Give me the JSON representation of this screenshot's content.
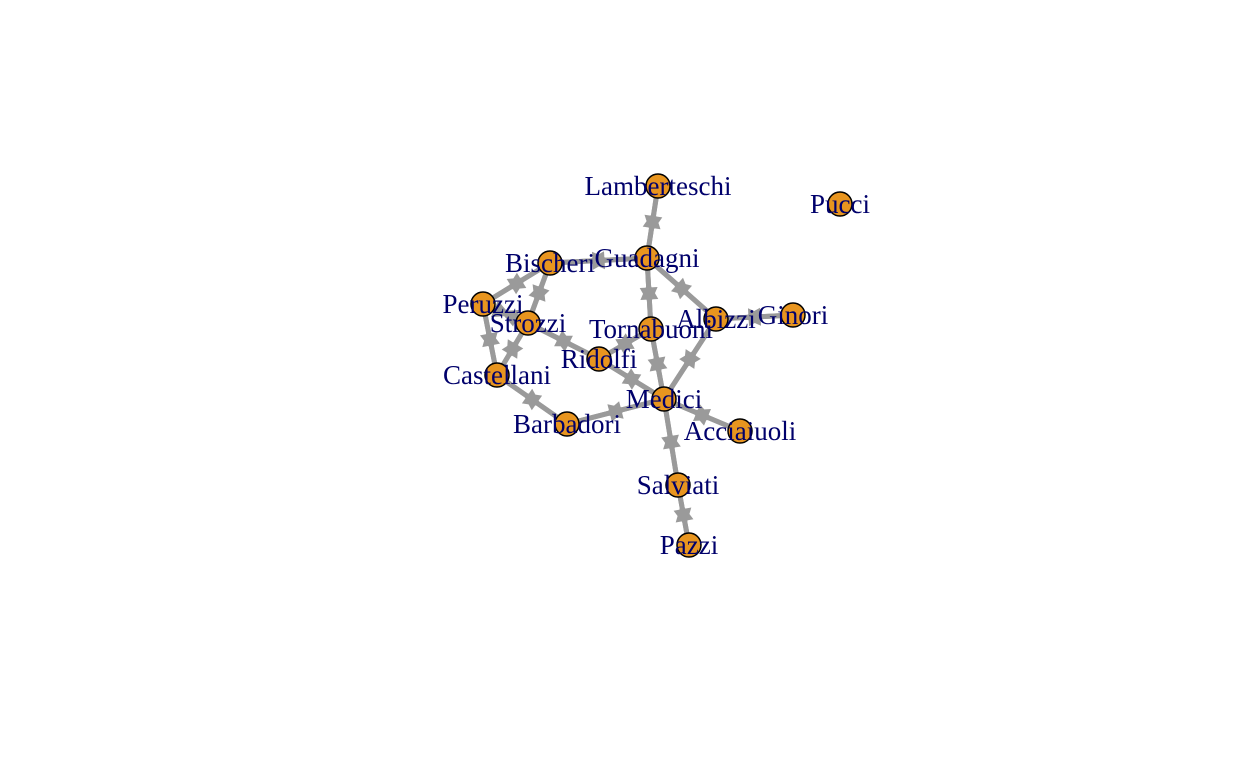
{
  "graph": {
    "node_fill": "#e8951f",
    "label_color": "#00006b",
    "edge_color": "#9a9a9a",
    "nodes": [
      {
        "id": "Lamberteschi",
        "label": "Lamberteschi"
      },
      {
        "id": "Pucci",
        "label": "Pucci"
      },
      {
        "id": "Guadagni",
        "label": "Guadagni"
      },
      {
        "id": "Bischeri",
        "label": "Bischeri"
      },
      {
        "id": "Peruzzi",
        "label": "Peruzzi"
      },
      {
        "id": "Strozzi",
        "label": "Strozzi"
      },
      {
        "id": "Tornabuoni",
        "label": "Tornabuoni"
      },
      {
        "id": "Albizzi",
        "label": "Albizzi"
      },
      {
        "id": "Ginori",
        "label": "Ginori"
      },
      {
        "id": "Ridolfi",
        "label": "Ridolfi"
      },
      {
        "id": "Castellani",
        "label": "Castellani"
      },
      {
        "id": "Medici",
        "label": "Medici"
      },
      {
        "id": "Barbadori",
        "label": "Barbadori"
      },
      {
        "id": "Acciaiuoli",
        "label": "Acciaiuoli"
      },
      {
        "id": "Salviati",
        "label": "Salviati"
      },
      {
        "id": "Pazzi",
        "label": "Pazzi"
      }
    ],
    "edges": [
      {
        "from": "Guadagni",
        "to": "Lamberteschi"
      },
      {
        "from": "Lamberteschi",
        "to": "Guadagni"
      },
      {
        "from": "Bischeri",
        "to": "Guadagni"
      },
      {
        "from": "Guadagni",
        "to": "Bischeri"
      },
      {
        "from": "Guadagni",
        "to": "Tornabuoni"
      },
      {
        "from": "Tornabuoni",
        "to": "Guadagni"
      },
      {
        "from": "Guadagni",
        "to": "Albizzi"
      },
      {
        "from": "Albizzi",
        "to": "Guadagni"
      },
      {
        "from": "Albizzi",
        "to": "Ginori"
      },
      {
        "from": "Ginori",
        "to": "Albizzi"
      },
      {
        "from": "Albizzi",
        "to": "Medici"
      },
      {
        "from": "Medici",
        "to": "Albizzi"
      },
      {
        "from": "Bischeri",
        "to": "Peruzzi"
      },
      {
        "from": "Peruzzi",
        "to": "Bischeri"
      },
      {
        "from": "Bischeri",
        "to": "Strozzi"
      },
      {
        "from": "Strozzi",
        "to": "Bischeri"
      },
      {
        "from": "Peruzzi",
        "to": "Strozzi"
      },
      {
        "from": "Strozzi",
        "to": "Peruzzi"
      },
      {
        "from": "Peruzzi",
        "to": "Castellani"
      },
      {
        "from": "Castellani",
        "to": "Peruzzi"
      },
      {
        "from": "Strozzi",
        "to": "Castellani"
      },
      {
        "from": "Castellani",
        "to": "Strozzi"
      },
      {
        "from": "Strozzi",
        "to": "Ridolfi"
      },
      {
        "from": "Ridolfi",
        "to": "Strozzi"
      },
      {
        "from": "Ridolfi",
        "to": "Tornabuoni"
      },
      {
        "from": "Tornabuoni",
        "to": "Ridolfi"
      },
      {
        "from": "Ridolfi",
        "to": "Medici"
      },
      {
        "from": "Medici",
        "to": "Ridolfi"
      },
      {
        "from": "Tornabuoni",
        "to": "Medici"
      },
      {
        "from": "Medici",
        "to": "Tornabuoni"
      },
      {
        "from": "Castellani",
        "to": "Barbadori"
      },
      {
        "from": "Barbadori",
        "to": "Castellani"
      },
      {
        "from": "Barbadori",
        "to": "Medici"
      },
      {
        "from": "Medici",
        "to": "Barbadori"
      },
      {
        "from": "Acciaiuoli",
        "to": "Medici"
      },
      {
        "from": "Medici",
        "to": "Acciaiuoli"
      },
      {
        "from": "Medici",
        "to": "Salviati"
      },
      {
        "from": "Salviati",
        "to": "Medici"
      },
      {
        "from": "Salviati",
        "to": "Pazzi"
      },
      {
        "from": "Pazzi",
        "to": "Salviati"
      }
    ]
  }
}
